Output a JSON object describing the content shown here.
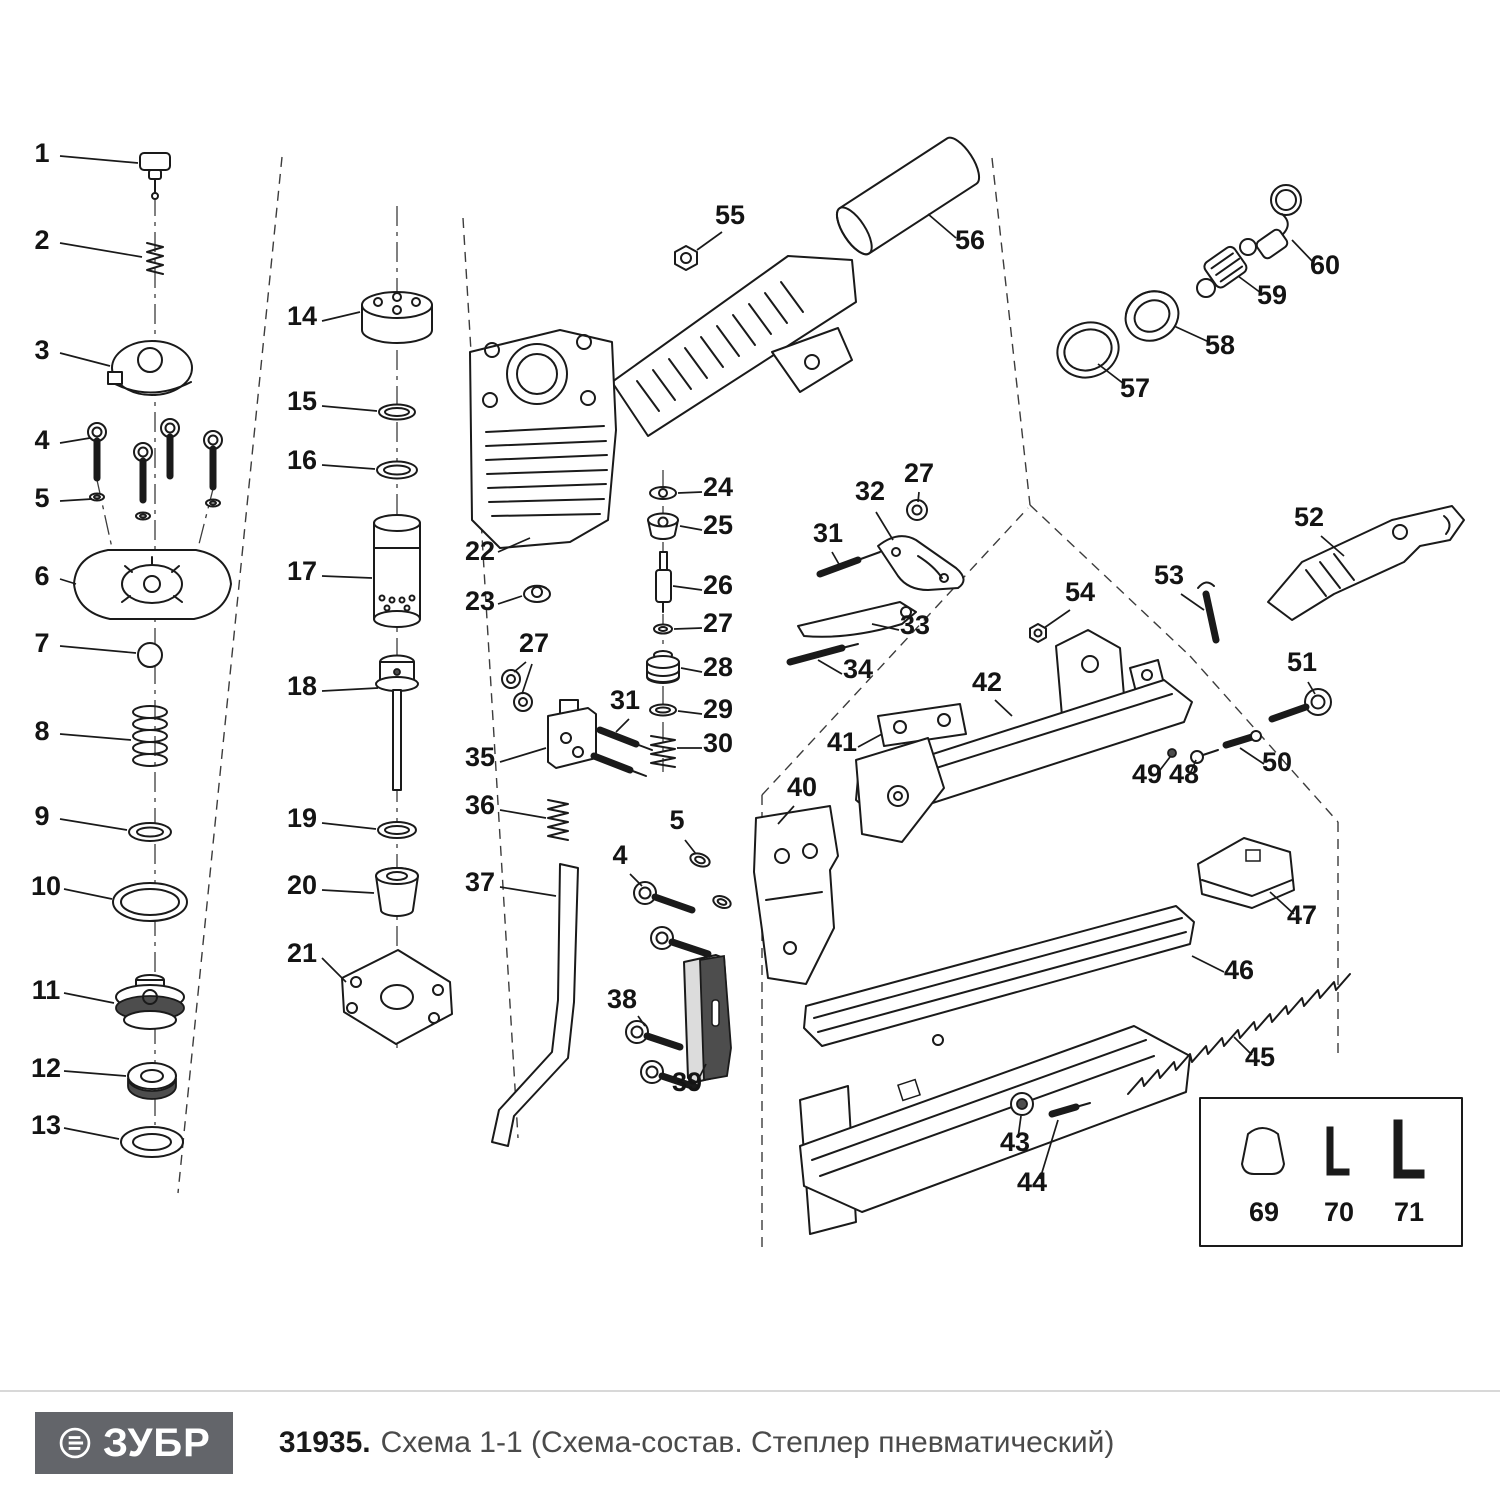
{
  "callouts": {
    "p1": "1",
    "p2": "2",
    "p3": "3",
    "p4": "4",
    "p5": "5",
    "p6": "6",
    "p7": "7",
    "p8": "8",
    "p9": "9",
    "p10": "10",
    "p11": "11",
    "p12": "12",
    "p13": "13",
    "p14": "14",
    "p15": "15",
    "p16": "16",
    "p17": "17",
    "p18": "18",
    "p19": "19",
    "p20": "20",
    "p21": "21",
    "p22": "22",
    "p23": "23",
    "p24": "24",
    "p25": "25",
    "p26": "26",
    "p27": "27",
    "p28": "28",
    "p29": "29",
    "p30": "30",
    "p31": "31",
    "p32": "32",
    "p33": "33",
    "p34": "34",
    "p35": "35",
    "p36": "36",
    "p37": "37",
    "p38": "38",
    "p39": "39",
    "p40": "40",
    "p41": "41",
    "p42": "42",
    "p43": "43",
    "p44": "44",
    "p45": "45",
    "p46": "46",
    "p47": "47",
    "p48": "48",
    "p49": "49",
    "p50": "50",
    "p51": "51",
    "p52": "52",
    "p53": "53",
    "p54": "54",
    "p55": "55",
    "p56": "56",
    "p57": "57",
    "p58": "58",
    "p59": "59",
    "p60": "60",
    "p69": "69",
    "p70": "70",
    "p71": "71"
  },
  "footer": {
    "logo_icon": "zubr-logo-icon",
    "logo_text": "ЗУБР",
    "model": "31935.",
    "caption": "Схема 1-1 (Схема-состав. Степлер пневматический)"
  },
  "colors": {
    "line": "#1a1a1a",
    "logo_bg": "#63656a",
    "model_text": "#1a1a1a",
    "caption_text": "#4a4a4a",
    "footer_rule": "#d8d8d8"
  }
}
